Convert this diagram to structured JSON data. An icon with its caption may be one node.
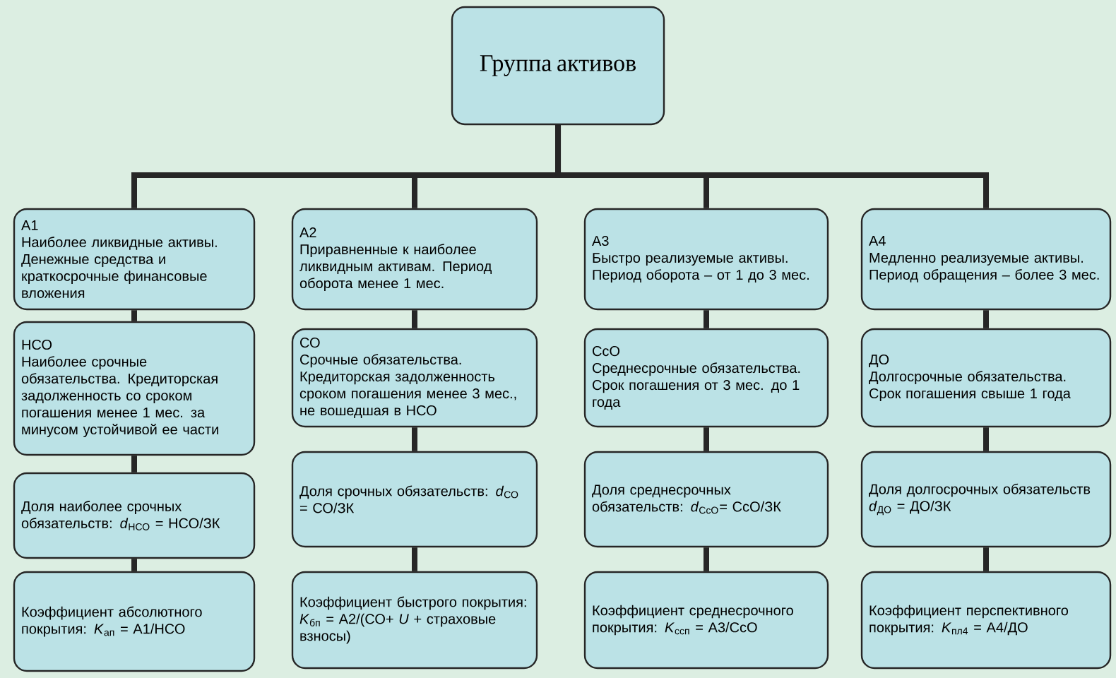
{
  "diagram": {
    "nodes": [
      {
        "text": [
          "Группа активов"
        ]
      },
      {
        "text": [
          "А1",
          "Наиболее ликвидные активы. Денежные средства и краткосрочные финансовые вложения"
        ]
      },
      {
        "text": [
          "А2",
          "Приравненные к наиболее ликвидным активам. Период оборота менее 1 мес."
        ]
      },
      {
        "text": [
          "А3",
          "Быстро реализуемые активы. Период оборота – от 1 до 3 мес."
        ]
      },
      {
        "text": [
          "А4",
          "Медленно реализуемые активы. Период обращения – более 3 мес."
        ]
      },
      {
        "text": [
          "НСО",
          "Наиболее срочные обязательства. Кредиторская задолженность со сроком погашения менее 1 мес. за минусом устойчивой ее части"
        ]
      },
      {
        "text": [
          "СО",
          "Срочные обязательства. Кредиторская задолженность сроком погашения менее 3 мес., не вошедшая в НСО"
        ]
      },
      {
        "text": [
          "СсО",
          "Среднесрочные обязательства. Срок погашения от 3 мес. до 1 года"
        ]
      },
      {
        "text": [
          "ДО",
          "Долгосрочные обязательства. Срок погашения свыше 1 года"
        ]
      },
      {
        "text": [
          "Доля наиболее срочных обязательств: *d*$_{НСО}$ = НСО/ЗК"
        ]
      },
      {
        "text": [
          "Доля срочных обязательств: *d*$_{СО}$ = СО/ЗК"
        ]
      },
      {
        "text": [
          "Доля среднесрочных обязательств: *d*$_{СсО}$= СсО/ЗК"
        ]
      },
      {
        "text": [
          "Доля долгосрочных обязательств *d*$_{ДО}$ = ДО/ЗК"
        ]
      },
      {
        "text": [
          "Коэффициент абсолютного покрытия: *K*$_{ап}$ = А1/НСО"
        ]
      },
      {
        "text": [
          "Коэффициент быстрого покрытия: *K*$_{бп}$ = А2/(СО+ *U* + страховые взносы)"
        ]
      },
      {
        "text": [
          "Коэффициент среднесрочного покрытия: *K*$_{ссп}$ = А3/СсО"
        ]
      },
      {
        "text": [
          "Коэффициент перспективного покрытия: *K*$_{пл4}$ = А4/ДО"
        ]
      }
    ],
    "edges": [
      {
        "from": 0,
        "to": 1,
        "arrow": "none"
      },
      {
        "from": 0,
        "to": 2,
        "arrow": "none"
      },
      {
        "from": 0,
        "to": 3,
        "arrow": "none"
      },
      {
        "from": 0,
        "to": 4,
        "arrow": "none"
      },
      {
        "from": 1,
        "to": 5,
        "arrow": "none"
      },
      {
        "from": 2,
        "to": 6,
        "arrow": "none"
      },
      {
        "from": 3,
        "to": 7,
        "arrow": "none"
      },
      {
        "from": 4,
        "to": 8,
        "arrow": "none"
      },
      {
        "from": 5,
        "to": 9,
        "arrow": "none"
      },
      {
        "from": 6,
        "to": 10,
        "arrow": "none"
      },
      {
        "from": 7,
        "to": 11,
        "arrow": "none"
      },
      {
        "from": 8,
        "to": 12,
        "arrow": "none"
      },
      {
        "from": 9,
        "to": 13,
        "arrow": "none"
      },
      {
        "from": 10,
        "to": 14,
        "arrow": "none"
      },
      {
        "from": 11,
        "to": 15,
        "arrow": "none"
      },
      {
        "from": 12,
        "to": 16,
        "arrow": "none"
      }
    ]
  }
}
